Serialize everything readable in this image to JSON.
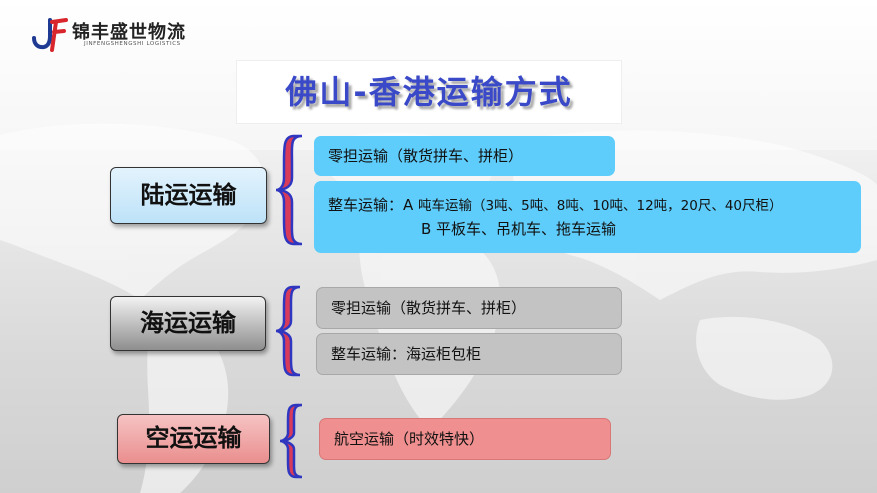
{
  "logo": {
    "name_cn": "锦丰盛世物流",
    "name_en": "JINFENGSHENGSHI LOGISTICS"
  },
  "title": "佛山-香港运输方式",
  "categories": {
    "land": {
      "label": "陆运运输",
      "less_than_load": "零担运输（散货拼车、拼柜）",
      "full_load_prefix": "整车运输：A",
      "full_load_a": "吨车运输（3吨、5吨、8吨、10吨、12吨，20尺、40尺柜）",
      "full_load_b": "B 平板车、吊机车、拖车运输"
    },
    "sea": {
      "label": "海运运输",
      "less_than_load": "零担运输（散货拼车、拼柜）",
      "full_load": "整车运输：海运柜包柜"
    },
    "air": {
      "label": "空运运输",
      "option": "航空运输（时效特快）"
    }
  },
  "colors": {
    "title": "#3a49c8",
    "land_box": "#5fcdfb",
    "sea_box": "#c3c3c3",
    "air_box": "#ef8f8f",
    "brace": "#2f36c0",
    "brace_fill": "#d83a5a",
    "logo_red": "#d8262c",
    "logo_blue": "#1f3a93"
  },
  "icons": {
    "logo": "jf-logo-icon",
    "background": "world-map"
  }
}
